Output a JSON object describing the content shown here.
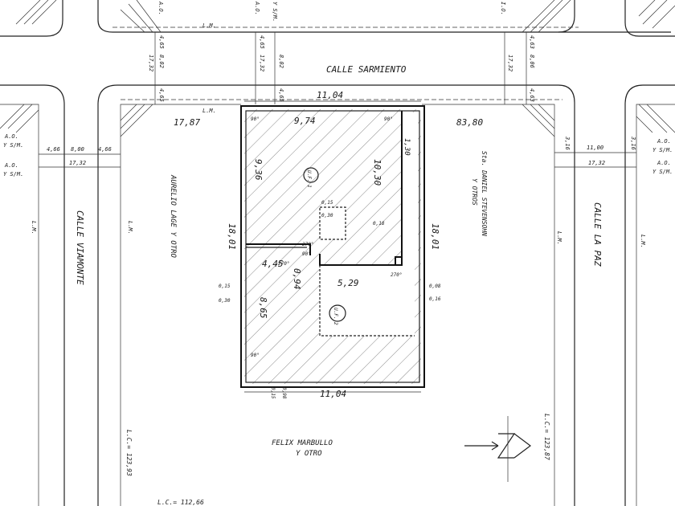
{
  "streets": {
    "sarmiento": "CALLE SARMIENTO",
    "viamonte": "CALLE VIAMONTE",
    "la_paz": "CALLE LA PAZ"
  },
  "marks": {
    "lm": "L.M.",
    "ao": "A.O.",
    "ysm": "Y S/M.",
    "io": "I.O."
  },
  "neighbors": {
    "west": "AURELIO LAGE Y OTRO",
    "east_1": "Sta. DANIEL STEVENSOHN",
    "east_2": "Y OTROS",
    "south_1": "FELIX MARBULLO",
    "south_2": "Y OTRO"
  },
  "lc": {
    "left": "L.C.= 123,93",
    "right": "L.C.= 123,87",
    "bottom": "L.C.= 112,66"
  },
  "dims": {
    "top_frontage": "11,04",
    "bottom_frontage": "11,04",
    "left_dist": "17,87",
    "right_dist": "83,80",
    "inner_top": "9,74",
    "inner_left": "9,36",
    "inner_right": "10,30",
    "inner_right2": "1,30",
    "side_left": "18,01",
    "side_right": "18,01",
    "mid_left": "4,45",
    "mid_left2": "0,94",
    "mid_center": "5,29",
    "lower_left": "8,65",
    "street_top_l": "4,65",
    "street_mid_l": "8,02",
    "street_tot_l": "17,32",
    "street_bot_l": "4,65",
    "street_top_r": "4,63",
    "street_mid_r": "8,06",
    "street_tot_r": "17,32",
    "street_bot_r": "4,63",
    "via_a": "4,66",
    "via_b": "8,00",
    "via_c": "4,66",
    "via_tot": "17,32",
    "paz_a": "3,16",
    "paz_b": "11,00",
    "paz_c": "3,16",
    "paz_tot": "17,32",
    "small_015": "0,15",
    "small_030": "0,30",
    "small_018": "0,18",
    "small_008": "0,08",
    "small_016": "0,16",
    "small_098": "0,98"
  },
  "angles": {
    "a90": "90°",
    "a270": "270°"
  },
  "units": {
    "u1": "U.F. 1",
    "u2": "U.F. 2"
  }
}
